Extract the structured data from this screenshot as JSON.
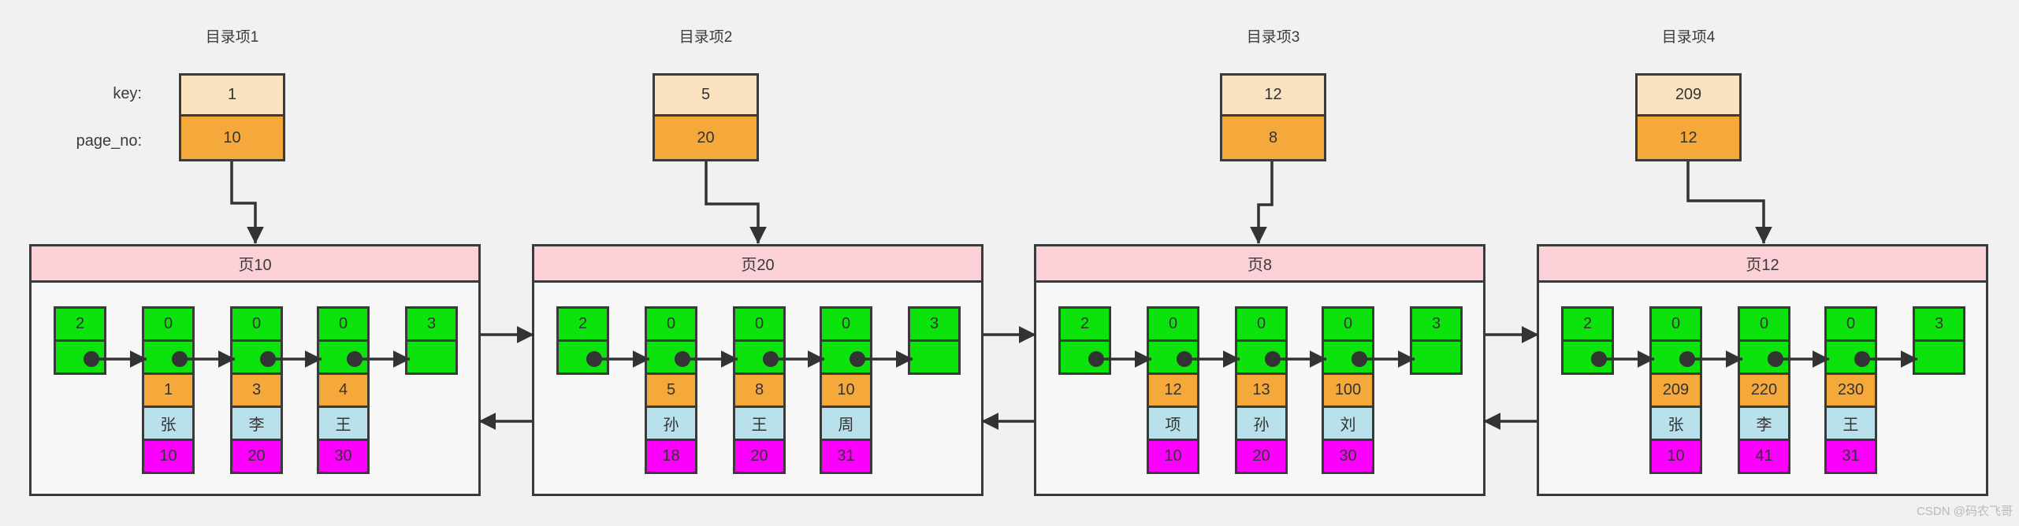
{
  "labels": {
    "key": "key:",
    "page_no": "page_no:"
  },
  "directory_entries": [
    {
      "title": "目录项1",
      "key": "1",
      "page_no": "10"
    },
    {
      "title": "目录项2",
      "key": "5",
      "page_no": "20"
    },
    {
      "title": "目录项3",
      "key": "12",
      "page_no": "8"
    },
    {
      "title": "目录项4",
      "key": "209",
      "page_no": "12"
    }
  ],
  "pages": [
    {
      "title": "页10",
      "infimum_type": "2",
      "supremum_type": "3",
      "records": [
        {
          "type": "0",
          "id": "1",
          "name": "张",
          "value": "10"
        },
        {
          "type": "0",
          "id": "3",
          "name": "李",
          "value": "20"
        },
        {
          "type": "0",
          "id": "4",
          "name": "王",
          "value": "30"
        }
      ]
    },
    {
      "title": "页20",
      "infimum_type": "2",
      "supremum_type": "3",
      "records": [
        {
          "type": "0",
          "id": "5",
          "name": "孙",
          "value": "18"
        },
        {
          "type": "0",
          "id": "8",
          "name": "王",
          "value": "20"
        },
        {
          "type": "0",
          "id": "10",
          "name": "周",
          "value": "31"
        }
      ]
    },
    {
      "title": "页8",
      "infimum_type": "2",
      "supremum_type": "3",
      "records": [
        {
          "type": "0",
          "id": "12",
          "name": "项",
          "value": "10"
        },
        {
          "type": "0",
          "id": "13",
          "name": "孙",
          "value": "20"
        },
        {
          "type": "0",
          "id": "100",
          "name": "刘",
          "value": "30"
        }
      ]
    },
    {
      "title": "页12",
      "infimum_type": "2",
      "supremum_type": "3",
      "records": [
        {
          "type": "0",
          "id": "209",
          "name": "张",
          "value": "10"
        },
        {
          "type": "0",
          "id": "220",
          "name": "李",
          "value": "41"
        },
        {
          "type": "0",
          "id": "230",
          "name": "王",
          "value": "31"
        }
      ]
    }
  ],
  "watermark": "CSDN @码农飞哥",
  "colors": {
    "green": "#0ce20c",
    "orange": "#f6a93b",
    "light_orange": "#fbe3c2",
    "blue": "#b9e1ec",
    "magenta": "#fb00fb",
    "pink": "#fbd0d6",
    "border": "#3a3a3a",
    "arrow": "#333333",
    "page_bg": "#f7f7f8",
    "canvas_bg": "#f1f1f2"
  }
}
